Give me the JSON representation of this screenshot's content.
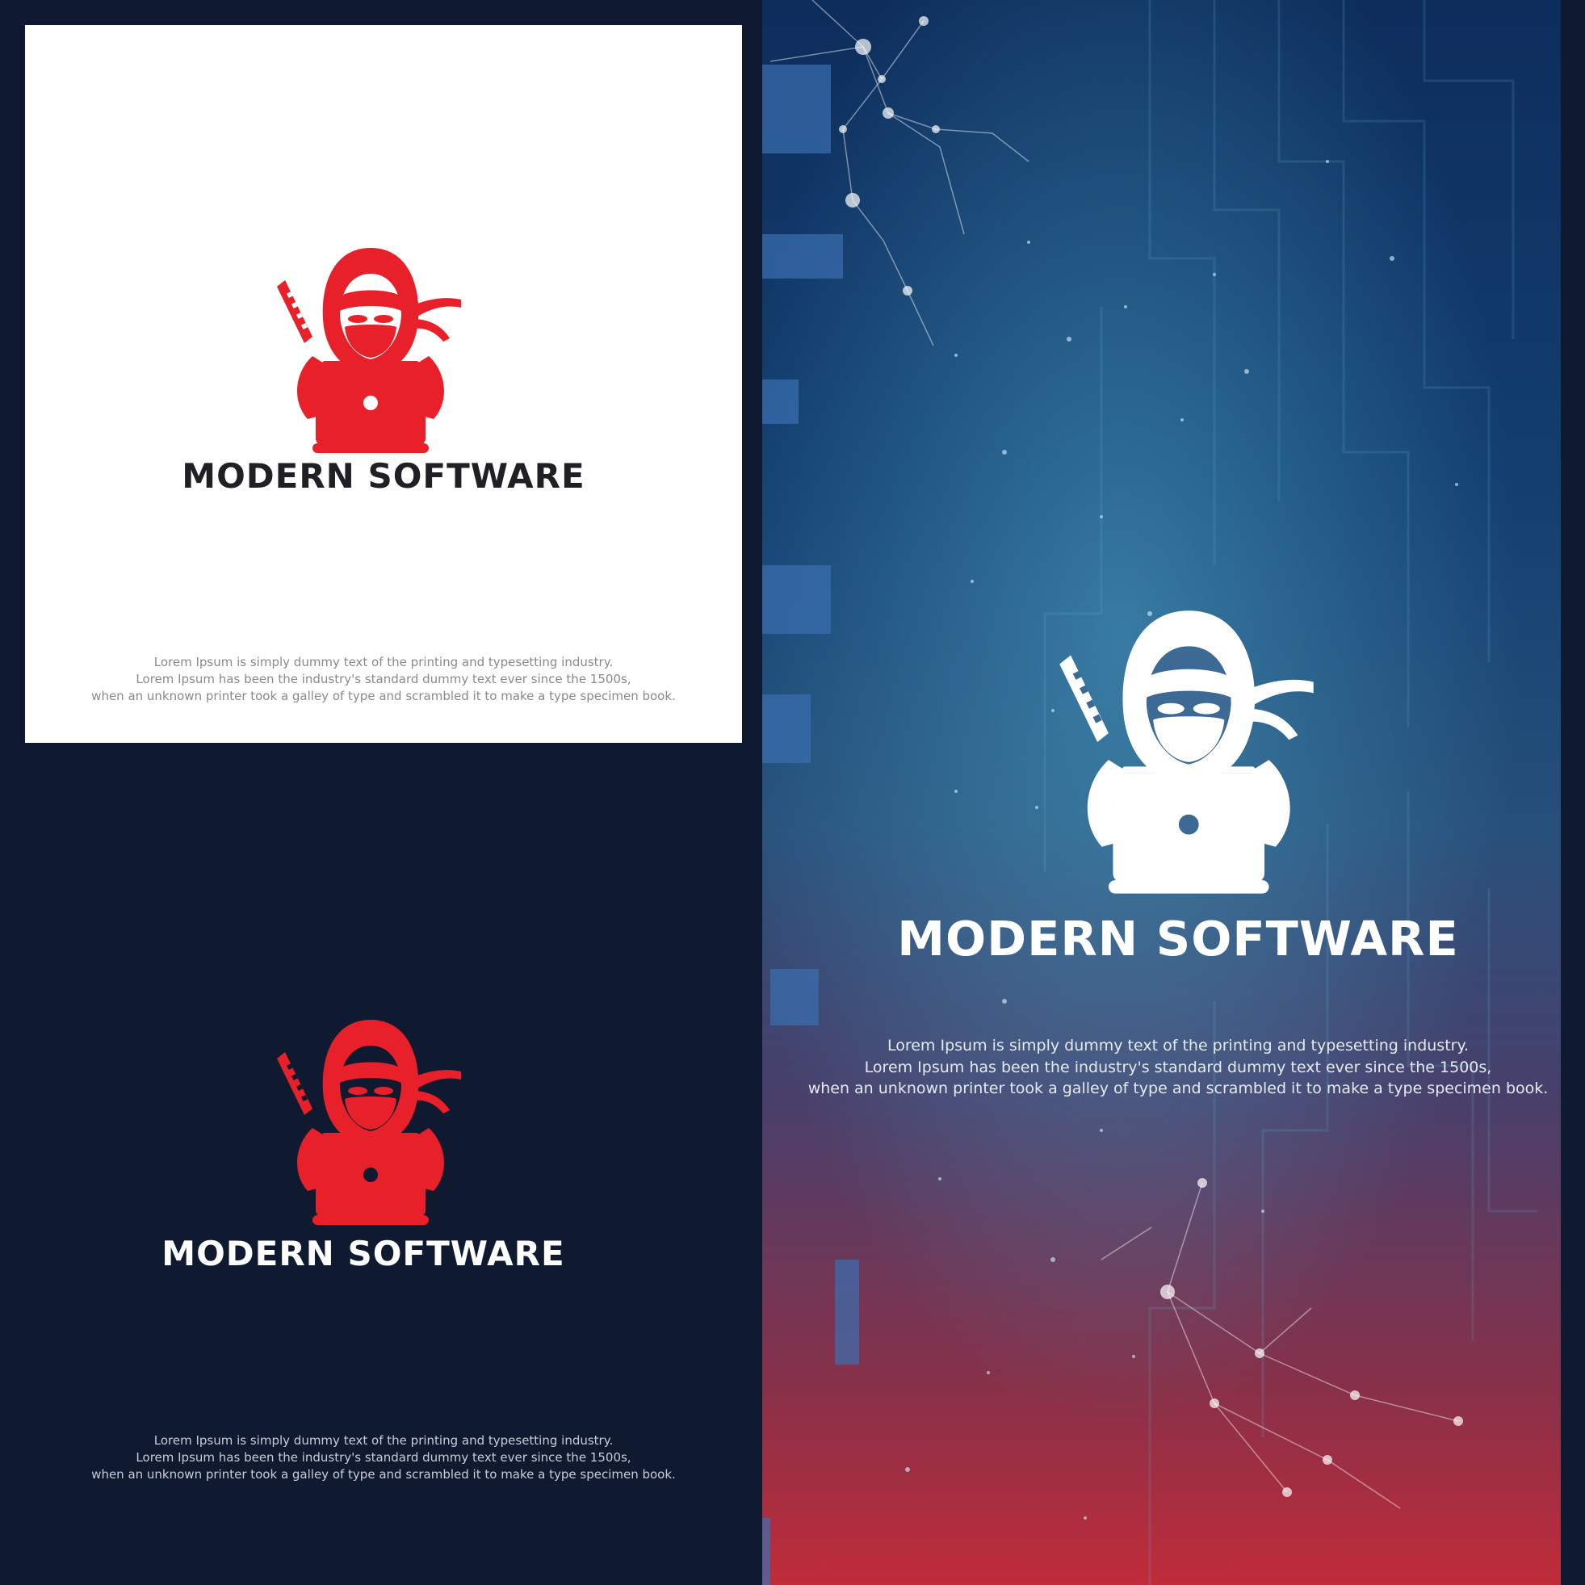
{
  "brand": {
    "name": "MODERN SOFTWARE"
  },
  "tagline": {
    "line1": "Lorem Ipsum is simply dummy text of the printing and typesetting industry.",
    "line2": "Lorem Ipsum has been the industry's standard dummy text ever since the 1500s,",
    "line3": "when an unknown printer took a galley of type and scrambled it to make a type specimen book."
  },
  "logo": {
    "icon": "hooded-ninja-with-laptop-icon",
    "color_red": "#e8202a",
    "color_white": "#ffffff"
  },
  "colors": {
    "navy": "#0f1a30",
    "white_panel": "#ffffff",
    "tech_top": "#0d2d5c",
    "tech_bottom": "#c02c3a"
  }
}
